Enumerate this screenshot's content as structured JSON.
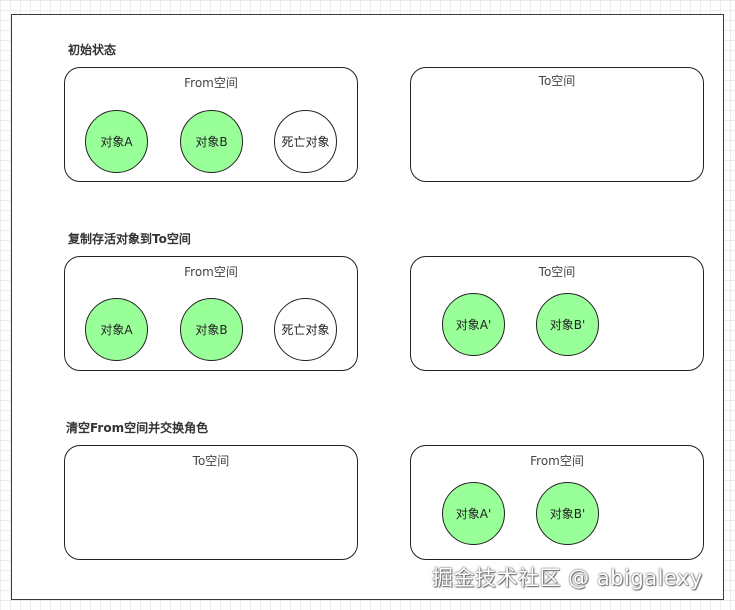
{
  "stages": [
    {
      "title": "初始状态",
      "left_box": {
        "label": "From空间",
        "objects": [
          {
            "label": "对象A",
            "status": "live"
          },
          {
            "label": "对象B",
            "status": "live"
          },
          {
            "label": "死亡对象",
            "status": "dead"
          }
        ]
      },
      "right_box": {
        "label": "To空间",
        "objects": []
      }
    },
    {
      "title": "复制存活对象到To空间",
      "left_box": {
        "label": "From空间",
        "objects": [
          {
            "label": "对象A",
            "status": "live"
          },
          {
            "label": "对象B",
            "status": "live"
          },
          {
            "label": "死亡对象",
            "status": "dead"
          }
        ]
      },
      "right_box": {
        "label": "To空间",
        "objects": [
          {
            "label": "对象A'",
            "status": "live"
          },
          {
            "label": "对象B'",
            "status": "live"
          }
        ]
      }
    },
    {
      "title": "清空From空间并交换角色",
      "left_box": {
        "label": "To空间",
        "objects": []
      },
      "right_box": {
        "label": "From空间",
        "objects": [
          {
            "label": "对象A'",
            "status": "live"
          },
          {
            "label": "对象B'",
            "status": "live"
          }
        ]
      }
    }
  ],
  "colors": {
    "live_object": "#99ff99",
    "dead_object": "#ffffff",
    "border": "#222222"
  },
  "watermark": "掘金技术社区 @ abigalexy"
}
